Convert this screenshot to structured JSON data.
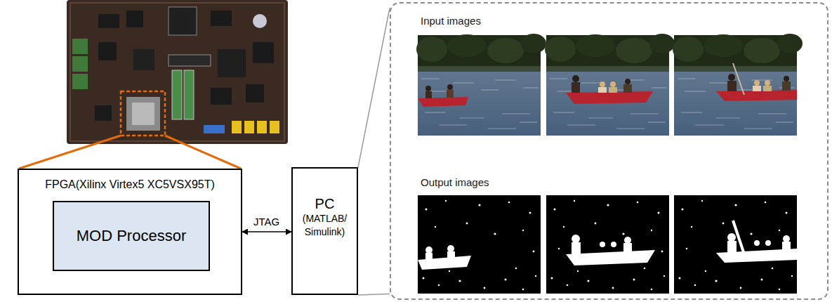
{
  "diagram": {
    "nodes": [
      {
        "text": [
          "FPGA(Xilinx Virtex5 XC5VSX95T)"
        ]
      },
      {
        "text": [
          "MOD Processor"
        ],
        "in": 0
      },
      {
        "text": [
          "PC",
          "(MATLAB/ Simulink)"
        ]
      },
      {
        "text": [
          "Input images",
          "Output images"
        ]
      }
    ],
    "edges": [
      {
        "from": 0,
        "to": 2,
        "label": "JTAG",
        "arrow": "both"
      },
      {
        "from": 2,
        "to": 3,
        "arrow": "none"
      },
      {
        "from": 2,
        "to": 3,
        "arrow": "none"
      }
    ]
  }
}
